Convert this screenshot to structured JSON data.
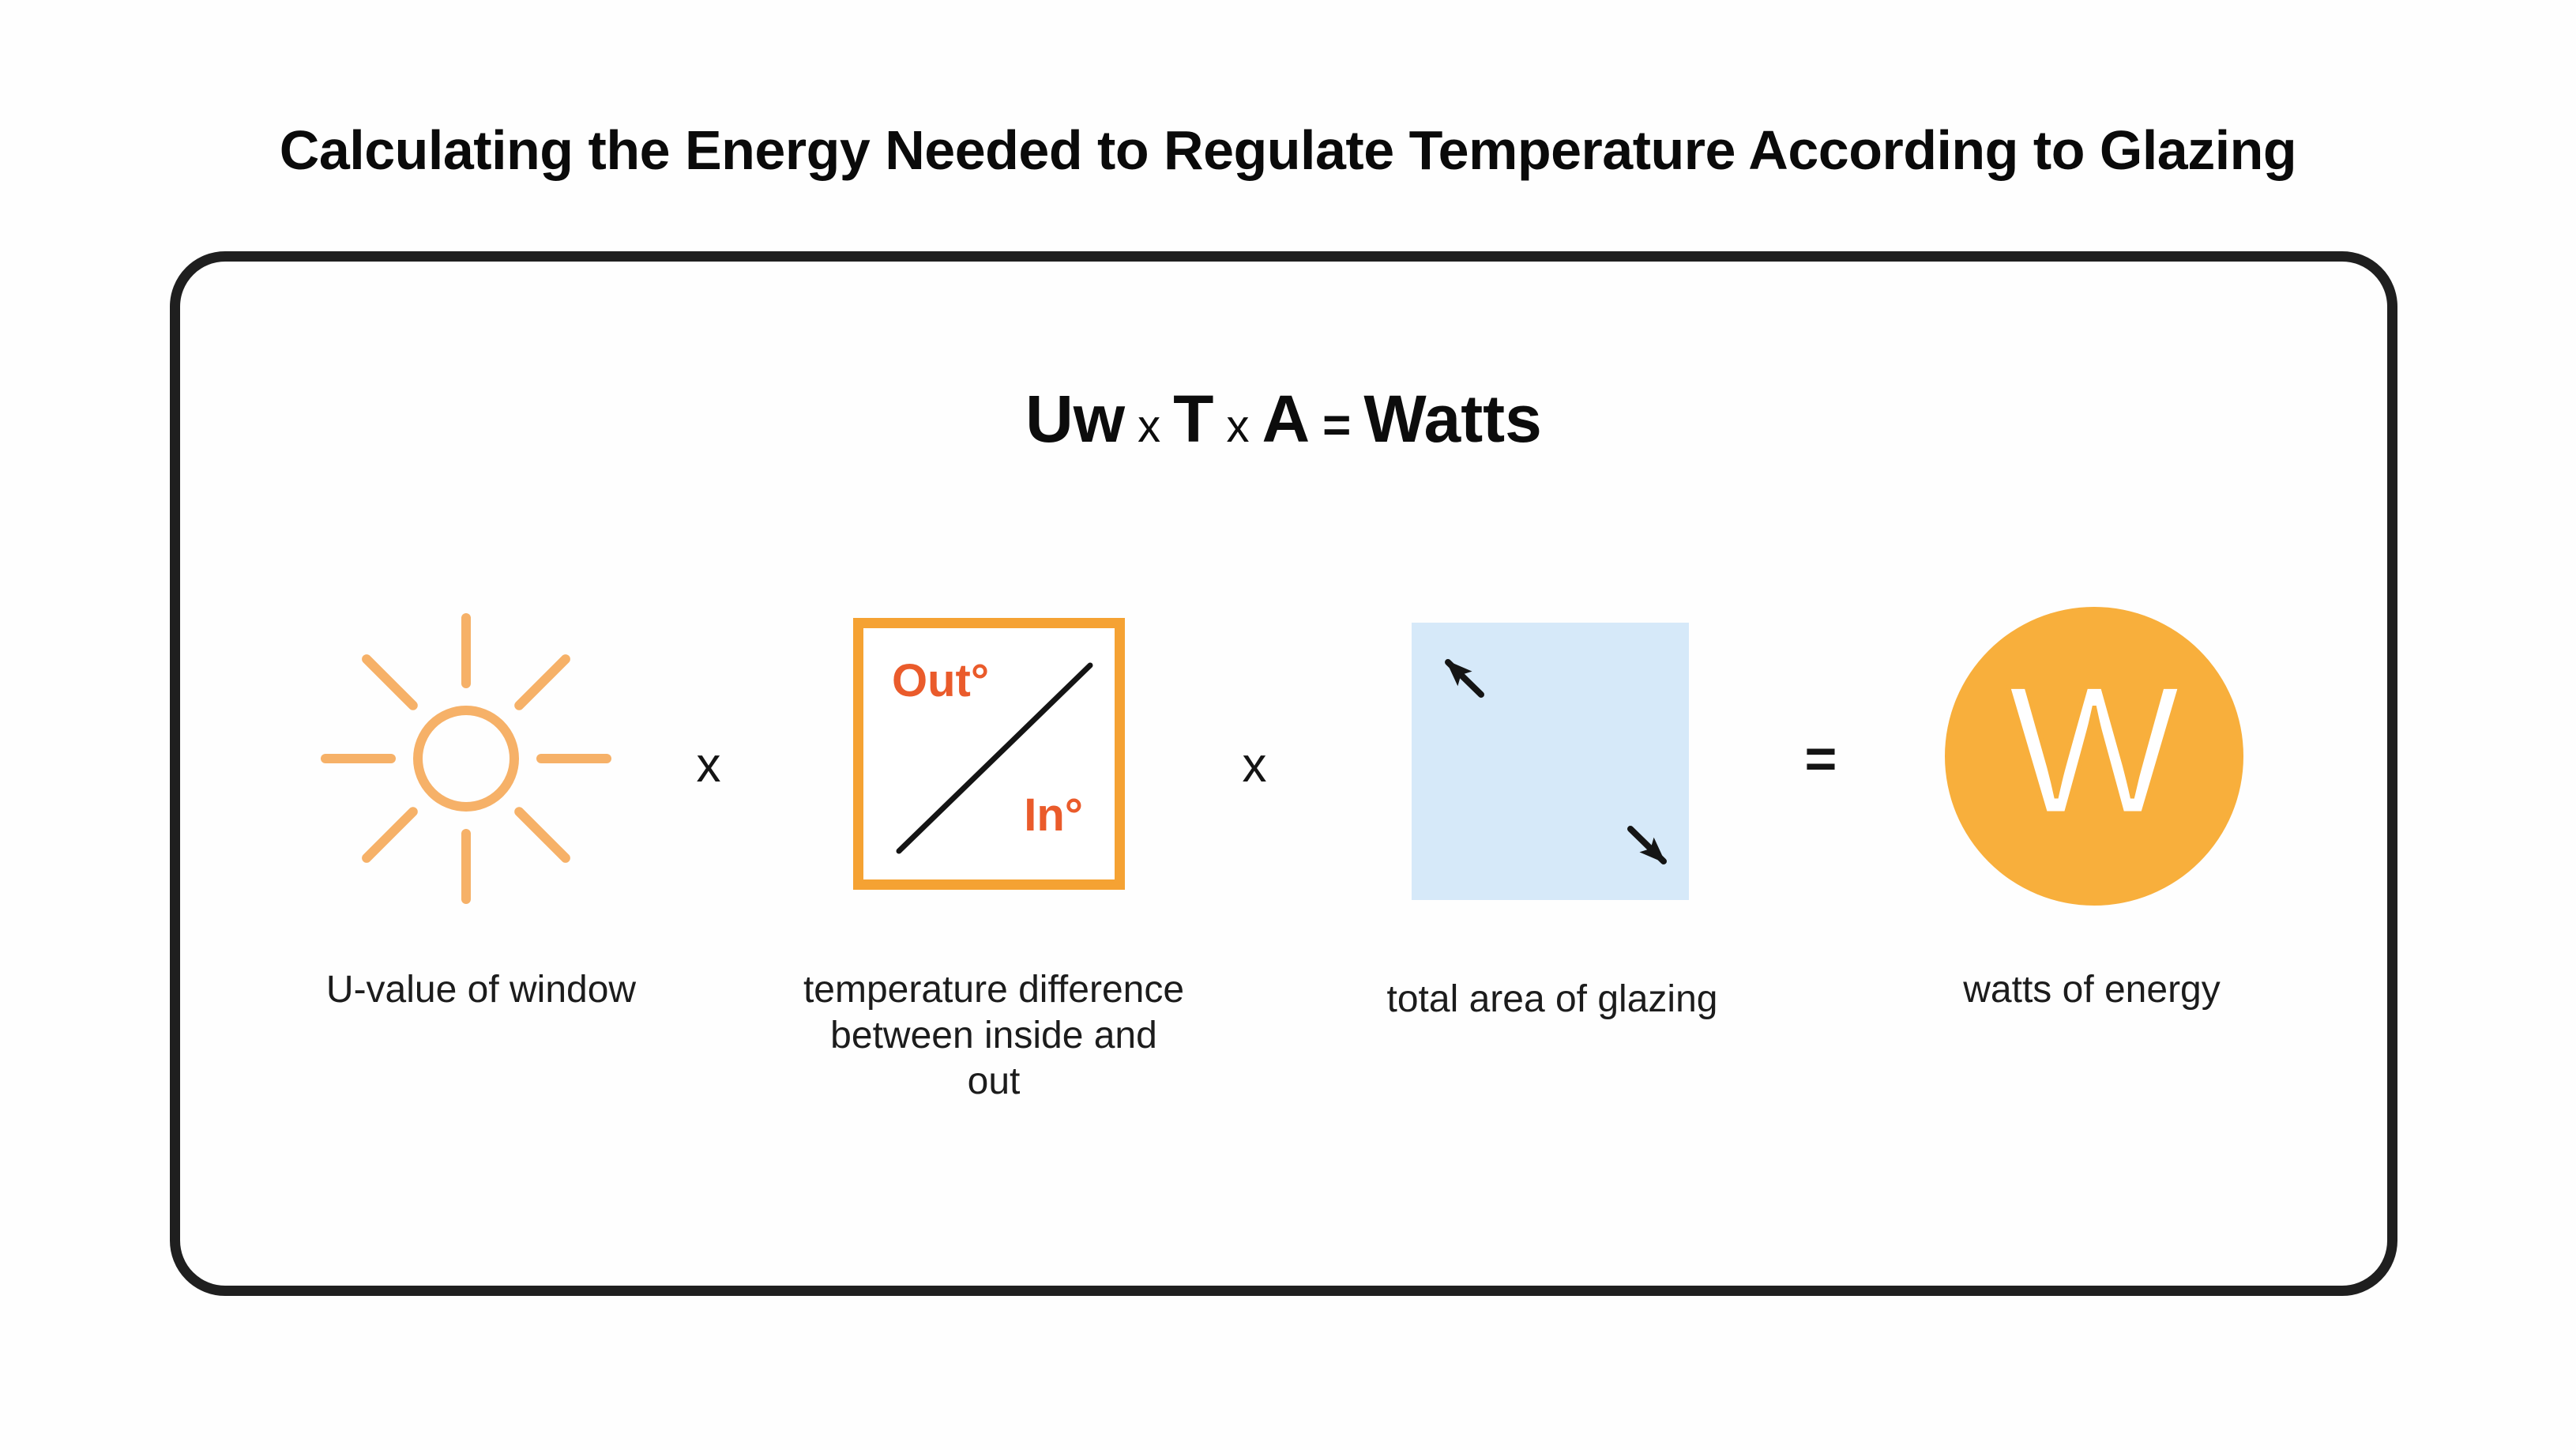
{
  "title": "Calculating the Energy Needed to Regulate Temperature According to Glazing",
  "formula": {
    "uw": "Uw",
    "times_1": "x",
    "t": "T",
    "times_2": "x",
    "a": "A",
    "equals": "=",
    "watts": "Watts"
  },
  "equation_row": {
    "multiply_1": "x",
    "multiply_2": "x",
    "equals": "=",
    "temp_square": {
      "out_label": "Out°",
      "in_label": "In°"
    },
    "watts_letter": "W"
  },
  "captions": {
    "u_value": "U-value of window",
    "temp_difference": "temperature difference\nbetween inside and\nout",
    "glazing_area": "total area of glazing",
    "watts": "watts of energy"
  },
  "icons": {
    "sun": "sun-icon",
    "arrow_up_left": "arrow-up-left-icon",
    "arrow_down_right": "arrow-down-right-icon"
  },
  "colors": {
    "sun_orange": "#F6B168",
    "temp_square_border": "#F5A233",
    "temp_label_orange_red": "#EA5B2B",
    "glazing_blue": "#D6E9F9",
    "watts_circle_orange": "#F8AF3C",
    "outline_black": "#1F1F1F"
  }
}
